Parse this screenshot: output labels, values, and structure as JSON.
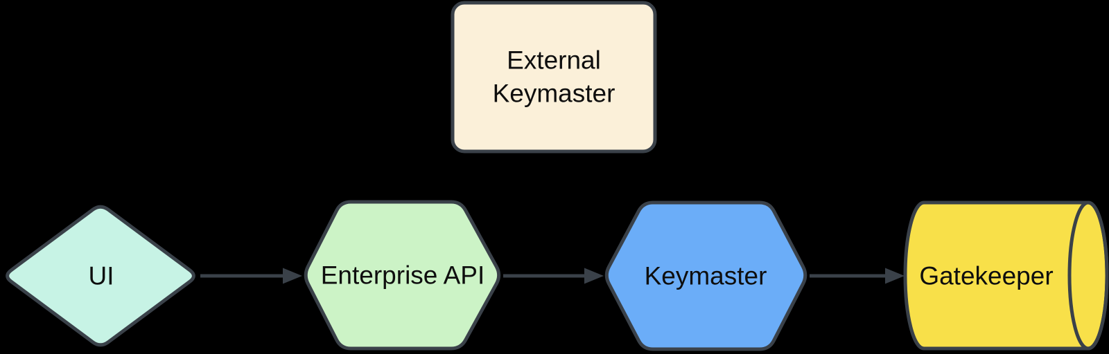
{
  "diagram": {
    "type": "flowchart",
    "direction": "left-to-right",
    "background_color": "#000000",
    "stroke_color": "#3a4149",
    "text_color": "#0e0e0e",
    "nodes": [
      {
        "id": "external-keymaster",
        "label": "External Keymaster",
        "label_lines": [
          "External",
          "Keymaster"
        ],
        "shape": "rounded-rectangle",
        "fill": "#fbf0d9"
      },
      {
        "id": "ui",
        "label": "UI",
        "shape": "diamond",
        "fill": "#c7f3e5"
      },
      {
        "id": "enterprise-api",
        "label": "Enterprise API",
        "shape": "hexagon",
        "fill": "#ccf3c6"
      },
      {
        "id": "keymaster",
        "label": "Keymaster",
        "shape": "hexagon",
        "fill": "#6badf8"
      },
      {
        "id": "gatekeeper",
        "label": "Gatekeeper",
        "shape": "horizontal-cylinder",
        "fill": "#f8e049"
      }
    ],
    "edges": [
      {
        "from": "ui",
        "to": "enterprise-api",
        "style": "solid",
        "arrowhead": "filled-triangle-right"
      },
      {
        "from": "enterprise-api",
        "to": "keymaster",
        "style": "solid",
        "arrowhead": "filled-triangle-right"
      },
      {
        "from": "keymaster",
        "to": "gatekeeper",
        "style": "solid",
        "arrowhead": "filled-triangle-right"
      }
    ]
  }
}
